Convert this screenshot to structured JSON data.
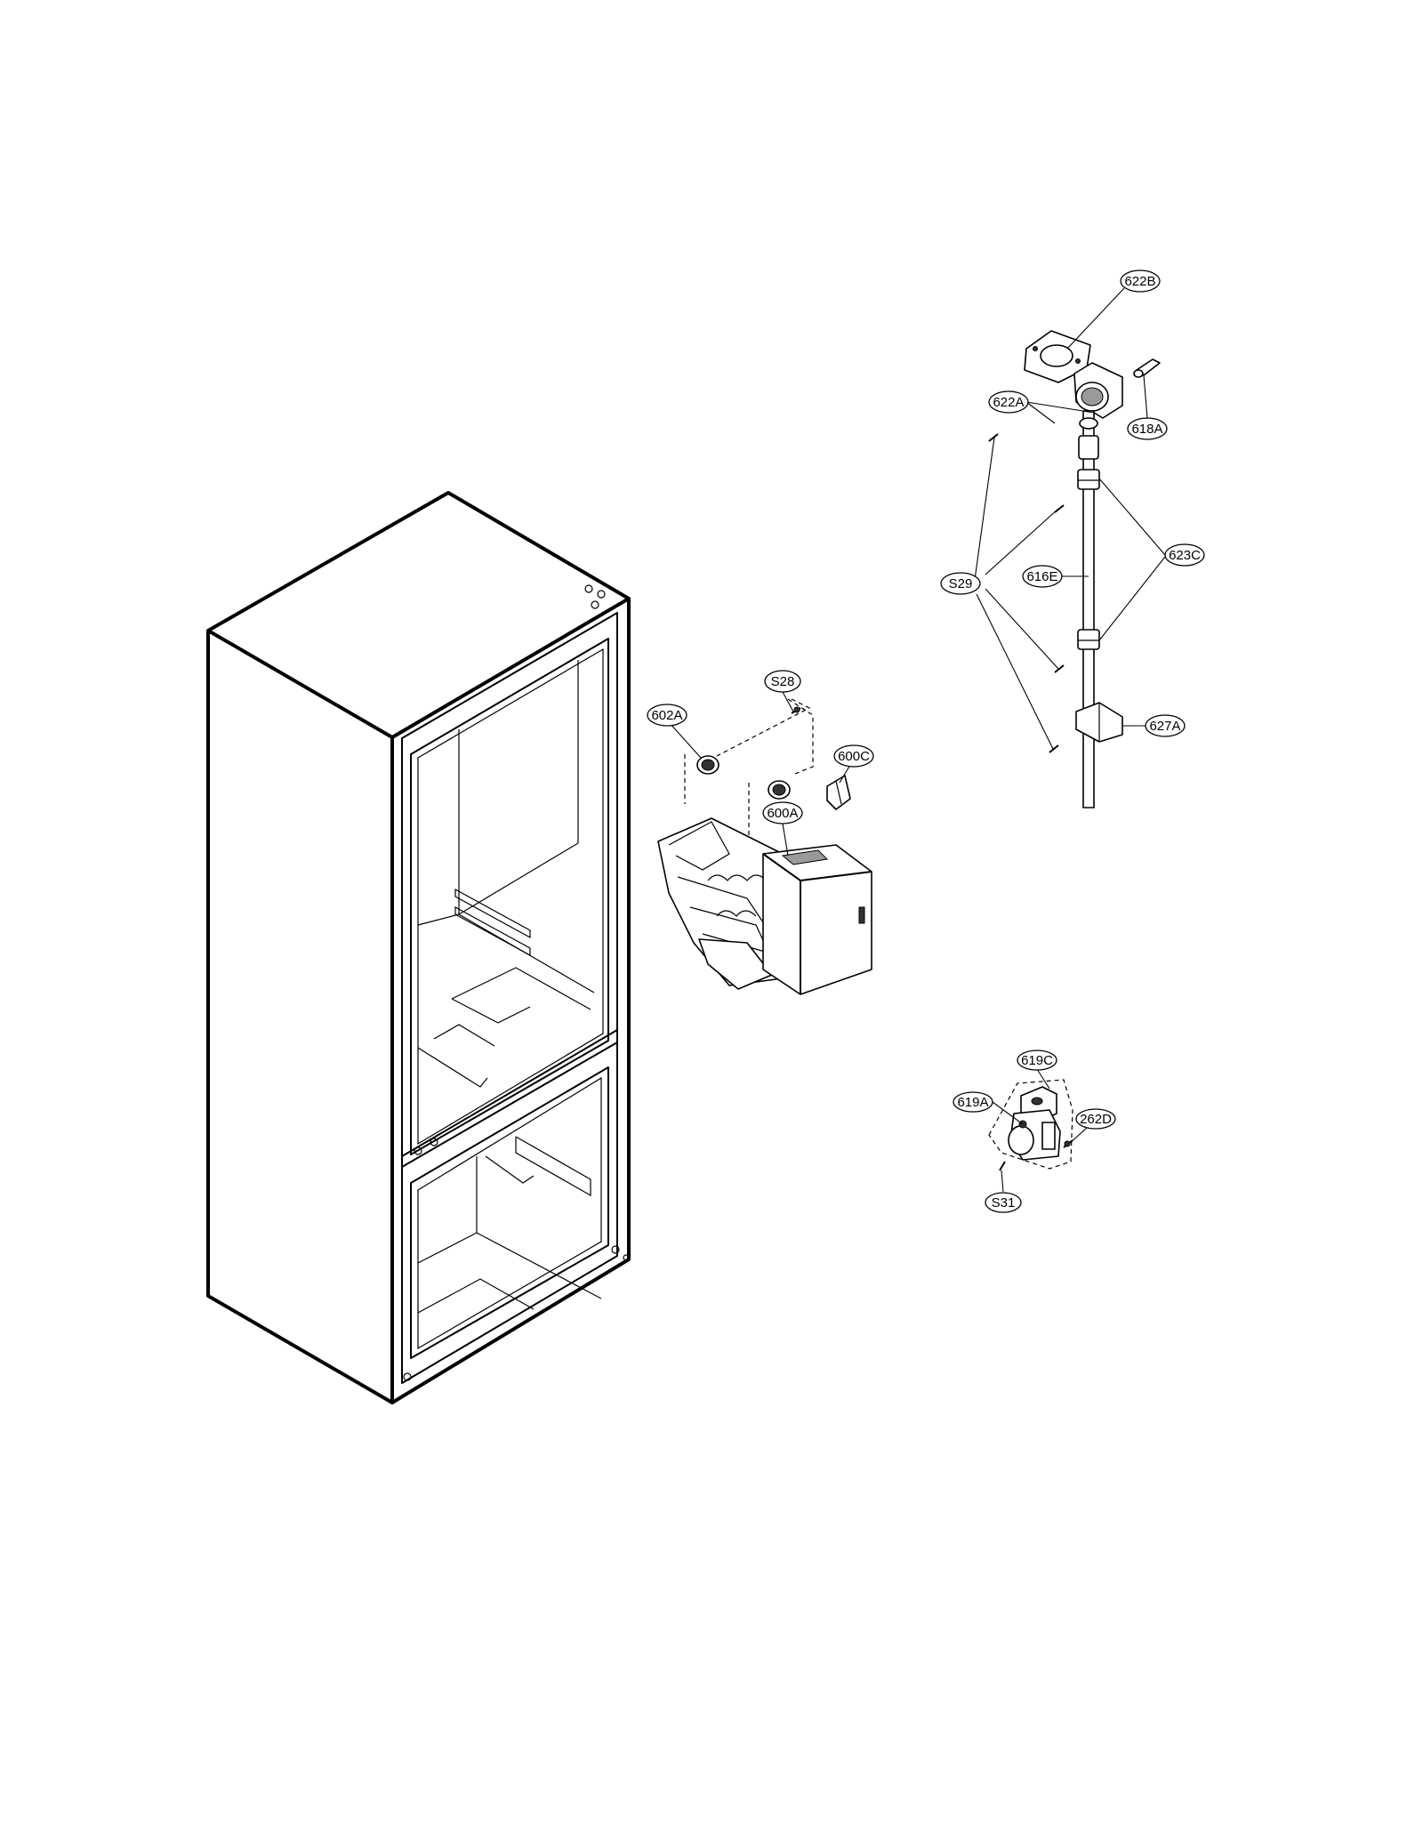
{
  "labels": {
    "p622B": "622B",
    "p622A": "622A",
    "p618A": "618A",
    "pS29": "S29",
    "p616E": "616E",
    "p623C": "623C",
    "p627A": "627A",
    "pS28": "S28",
    "p602A": "602A",
    "p600C": "600C",
    "p600A": "600A",
    "p619C": "619C",
    "p619A": "619A",
    "p262D": "262D",
    "pS31": "S31"
  }
}
